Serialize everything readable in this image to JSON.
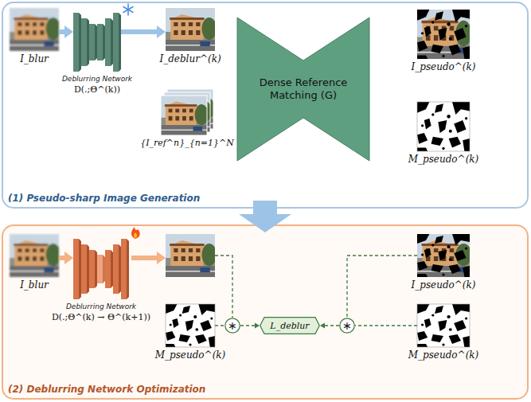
{
  "diagram": {
    "nodes": [
      {
        "text": [
          "(1) Pseudo-sharp Image Generation"
        ]
      },
      {
        "text": [
          "I_blur"
        ],
        "in": 0
      },
      {
        "text": [
          "Deblurring Network",
          "D(.;Θ^(k))"
        ],
        "in": 0
      },
      {
        "text": [
          "I_deblur^(k)"
        ],
        "in": 0
      },
      {
        "text": [
          "{I_ref^n}_{n=1}^N"
        ],
        "in": 0
      },
      {
        "text": [
          "Dense Reference Matching (G)"
        ],
        "in": 0
      },
      {
        "text": [
          "I_pseudo^(k)"
        ],
        "in": 0
      },
      {
        "text": [
          "M_pseudo^(k)"
        ],
        "in": 0
      },
      {
        "text": [
          "(2) Deblurring Network Optimization"
        ]
      },
      {
        "text": [
          "I_blur"
        ],
        "in": 8
      },
      {
        "text": [
          "Deblurring Network",
          "D(.;Θ^(k) → Θ^(k+1))"
        ],
        "in": 8
      },
      {
        "text": [
          "M_pseudo^(k)"
        ],
        "in": 8
      },
      {
        "text": [
          "∗"
        ],
        "in": 8
      },
      {
        "text": [
          "L_deblur"
        ],
        "in": 8
      },
      {
        "text": [
          "∗"
        ],
        "in": 8
      },
      {
        "text": [
          "I_pseudo^(k)"
        ],
        "in": 8
      },
      {
        "text": [
          "M_pseudo^(k)"
        ],
        "in": 8
      }
    ],
    "edges": [
      {
        "from": 1,
        "to": 2,
        "arrow": "to"
      },
      {
        "from": 2,
        "to": 3,
        "arrow": "to"
      },
      {
        "from": 9,
        "to": 10,
        "arrow": "to"
      },
      {
        "from": 11,
        "to": 12,
        "arrow": "none"
      },
      {
        "from": 12,
        "to": 13,
        "arrow": "to"
      },
      {
        "from": 15,
        "to": 14,
        "arrow": "none"
      },
      {
        "from": 16,
        "to": 14,
        "arrow": "none"
      },
      {
        "from": 14,
        "to": 13,
        "arrow": "to"
      }
    ]
  }
}
